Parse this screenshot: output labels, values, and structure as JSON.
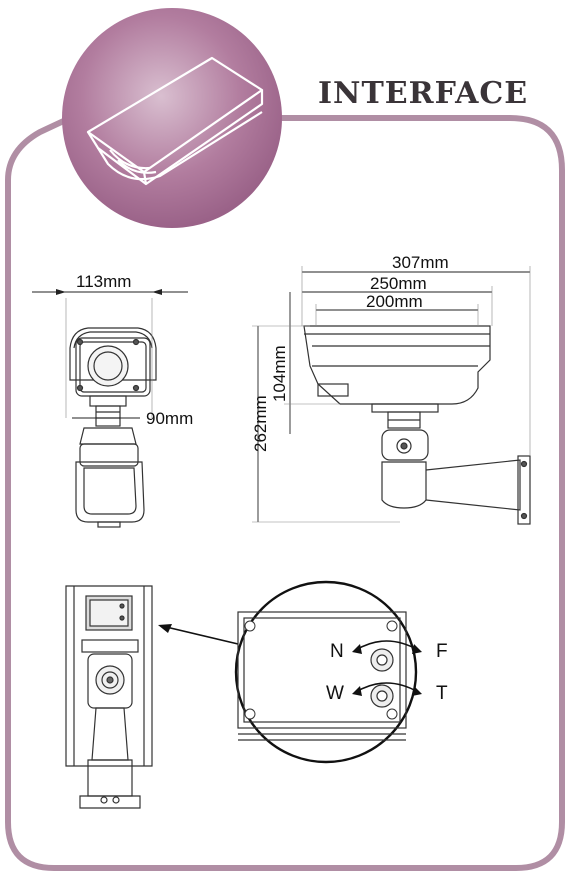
{
  "heading": "INTERFACE",
  "colors": {
    "frame": "#b08ea4",
    "badge": "#a96f95",
    "badge_light": "#d7b8cb"
  },
  "icons": {
    "badge": "camera-housing-icon"
  },
  "front_view": {
    "width_label": "113mm",
    "depth_label": "90mm"
  },
  "side_view": {
    "length_labels": [
      "307mm",
      "250mm",
      "200mm"
    ],
    "height_labels": [
      "104mm",
      "262mm"
    ]
  },
  "interface_panel": {
    "labels": {
      "n": "N",
      "f": "F",
      "w": "W",
      "t": "T"
    }
  }
}
